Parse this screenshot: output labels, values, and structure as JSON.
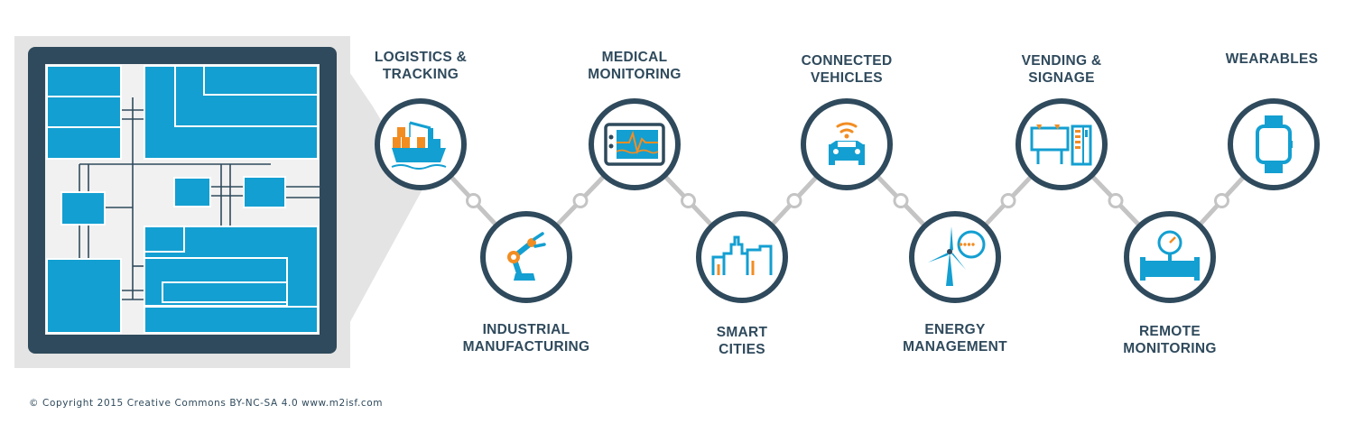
{
  "colors": {
    "navy": "#2f4a5c",
    "blue": "#139fd1",
    "orange": "#f28d22",
    "connector": "#c4c4c4",
    "callout": "#e4e4e4",
    "chip_bg": "#f1f1f1"
  },
  "nodes": [
    {
      "line1": "LOGISTICS &",
      "line2": "TRACKING",
      "icon": "cargo-ship-icon"
    },
    {
      "line1": "INDUSTRIAL",
      "line2": "MANUFACTURING",
      "icon": "robotic-arm-icon"
    },
    {
      "line1": "MEDICAL",
      "line2": "MONITORING",
      "icon": "heart-monitor-icon"
    },
    {
      "line1": "SMART",
      "line2": "CITIES",
      "icon": "city-skyline-icon"
    },
    {
      "line1": "CONNECTED",
      "line2": "VEHICLES",
      "icon": "connected-car-icon"
    },
    {
      "line1": "ENERGY",
      "line2": "MANAGEMENT",
      "icon": "wind-turbine-meter-icon"
    },
    {
      "line1": "VENDING &",
      "line2": "SIGNAGE",
      "icon": "billboard-vending-icon"
    },
    {
      "line1": "REMOTE",
      "line2": "MONITORING",
      "icon": "pressure-gauge-icon"
    },
    {
      "line1": "WEARABLES",
      "line2": "",
      "icon": "smartwatch-icon"
    }
  ],
  "footer": {
    "copyright": "© Copyright 2015 Creative Commons BY-NC-SA 4.0 www.m2isf.com"
  }
}
